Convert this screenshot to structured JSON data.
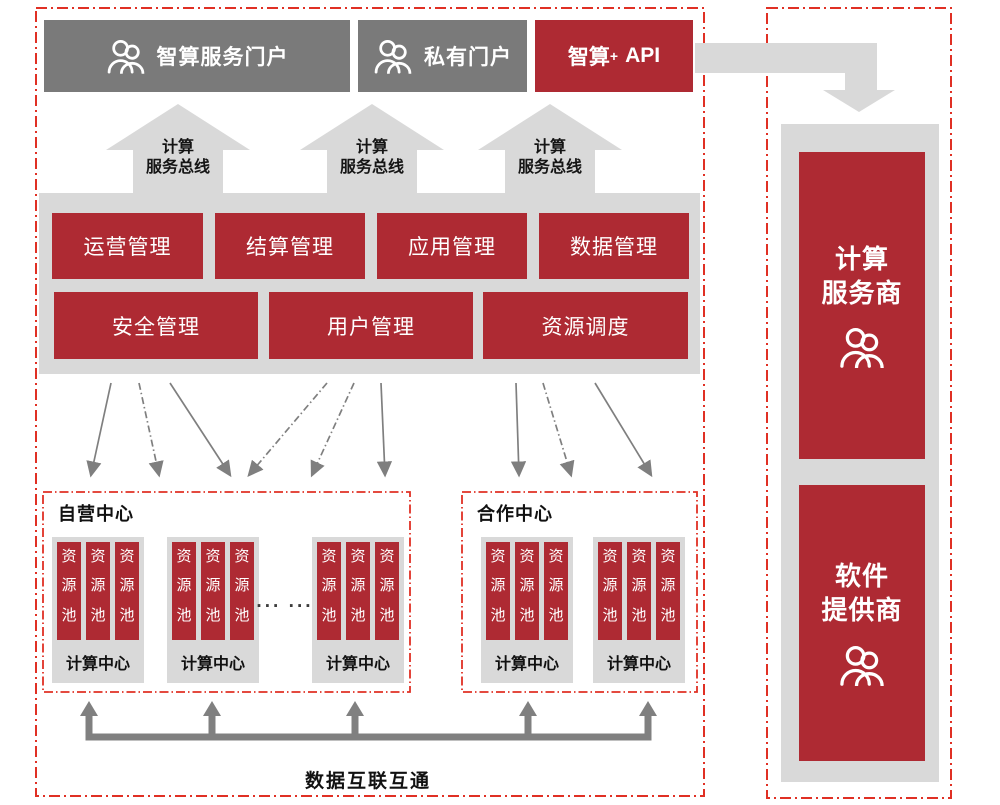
{
  "colors": {
    "brand_red": "#ae2a33",
    "dashed_border_red": "#e03024",
    "panel_gray": "#d9d9d9",
    "portal_gray": "#7a7a7a",
    "arrow_gray": "#7f7f7f",
    "text_black": "#111111"
  },
  "portal_bar": {
    "items": [
      {
        "label": "智算服务门户"
      },
      {
        "label": "私有门户"
      }
    ],
    "api": {
      "base": "智算",
      "sup": "+",
      "suffix": "API"
    }
  },
  "service_bus": {
    "line1": "计算",
    "line2": "服务总线"
  },
  "management": {
    "row1": [
      "运营管理",
      "结算管理",
      "应用管理",
      "数据管理"
    ],
    "row2": [
      "安全管理",
      "用户管理",
      "资源调度"
    ]
  },
  "centers": {
    "pool_label": "资源池",
    "compute_center_label": "计算中心",
    "self_operated": {
      "title": "自营中心",
      "ellipsis": "··· ···"
    },
    "cooperative": {
      "title": "合作中心"
    }
  },
  "bottom": {
    "interconnect_label": "数据互联互通"
  },
  "right_panel": {
    "providers": [
      {
        "line1": "计算",
        "line2": "服务商"
      },
      {
        "line1": "软件",
        "line2": "提供商"
      }
    ]
  }
}
